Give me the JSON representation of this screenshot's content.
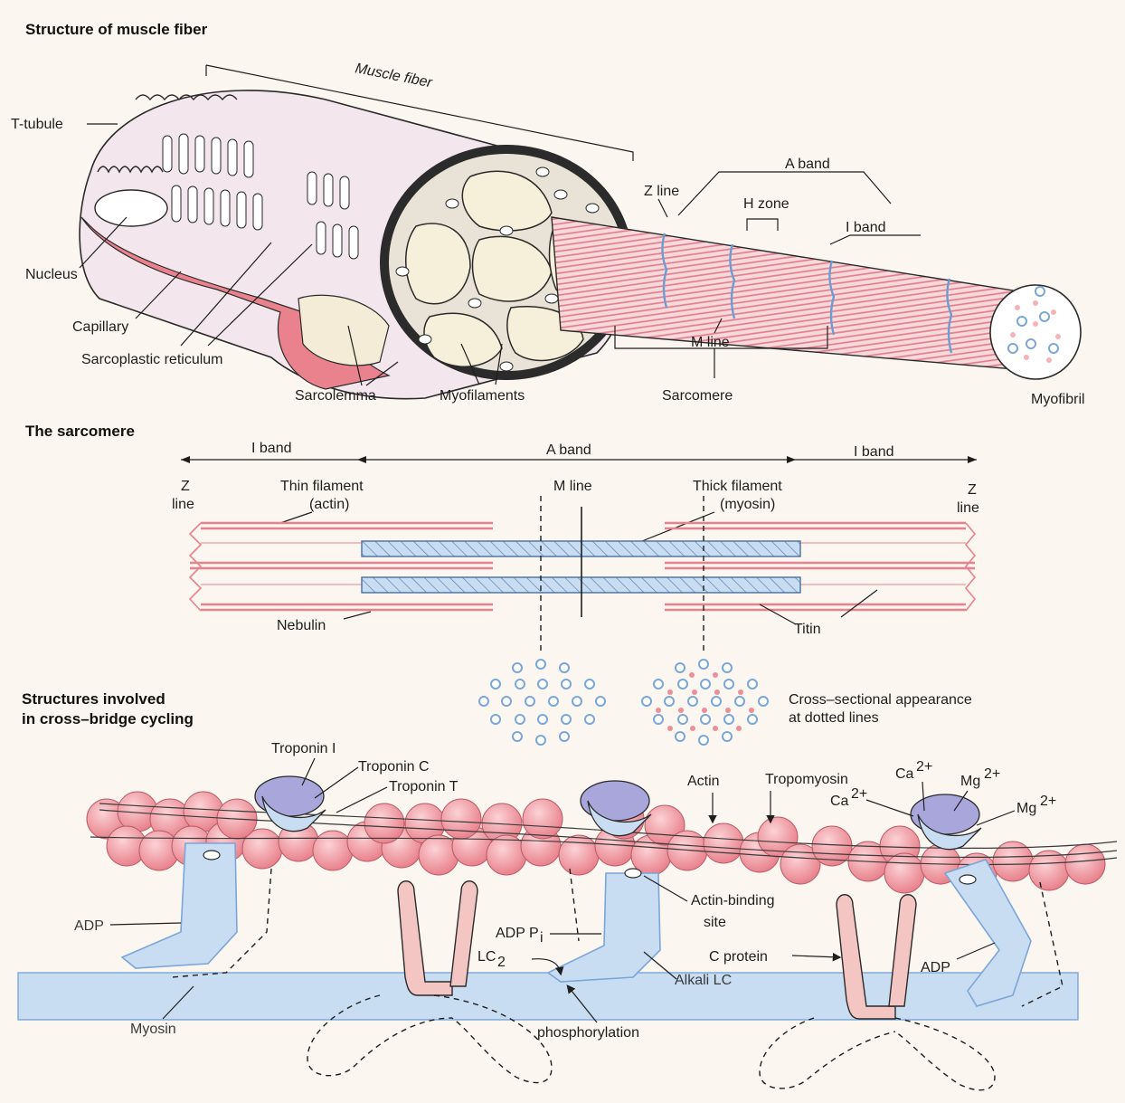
{
  "sections": {
    "fiber": {
      "title": "Structure of muscle fiber",
      "labels": {
        "muscle_fiber": "Muscle fiber",
        "t_tubule": "T-tubule",
        "nucleus": "Nucleus",
        "capillary": "Capillary",
        "sarcoplastic_reticulum": "Sarcoplastic reticulum",
        "sarcolemma": "Sarcolemma",
        "myofilaments": "Myofilaments",
        "z_line": "Z line",
        "a_band": "A band",
        "h_zone": "H zone",
        "i_band": "I band",
        "m_line": "M line",
        "sarcomere": "Sarcomere",
        "myofibril": "Myofibril"
      }
    },
    "sarcomere": {
      "title": "The sarcomere",
      "labels": {
        "i_band_left": "I band",
        "a_band": "A band",
        "i_band_right": "I band",
        "z_line_left_1": "Z",
        "z_line_left_2": "line",
        "z_line_right_1": "Z",
        "z_line_right_2": "line",
        "thin_filament_1": "Thin filament",
        "thin_filament_2": "(actin)",
        "m_line": "M line",
        "thick_filament_1": "Thick filament",
        "thick_filament_2": "(myosin)",
        "nebulin": "Nebulin",
        "titin": "Titin",
        "cross_section_1": "Cross–sectional appearance",
        "cross_section_2": "at dotted lines"
      }
    },
    "crossbridge": {
      "title_line1": "Structures involved",
      "title_line2": "in cross–bridge cycling",
      "labels": {
        "troponin_i": "Troponin I",
        "troponin_c": "Troponin C",
        "troponin_t": "Troponin T",
        "actin": "Actin",
        "tropomyosin": "Tropomyosin",
        "ca_top": "Ca",
        "ca_mid": "Ca",
        "mg_top": "Mg",
        "mg_mid": "Mg",
        "superscript_2plus": "2+",
        "adp_left": "ADP",
        "adp_pi": "ADP P",
        "pi_sub": "i",
        "lc": "LC",
        "lc_sub": "2",
        "actin_binding_1": "Actin-binding",
        "actin_binding_2": "site",
        "c_protein": "C protein",
        "alkali_lc": "Alkali LC",
        "adp_right": "ADP",
        "myosin": "Myosin",
        "phosphorylation": "phosphorylation"
      }
    }
  },
  "colors": {
    "pink": "#e9828d",
    "pink_light": "#f6c9cd",
    "blue": "#8fb7e0",
    "blue_light": "#c9ddf2",
    "purple": "#a9a6dc",
    "cream": "#f5ecd8",
    "ink": "#1e1e1e"
  }
}
